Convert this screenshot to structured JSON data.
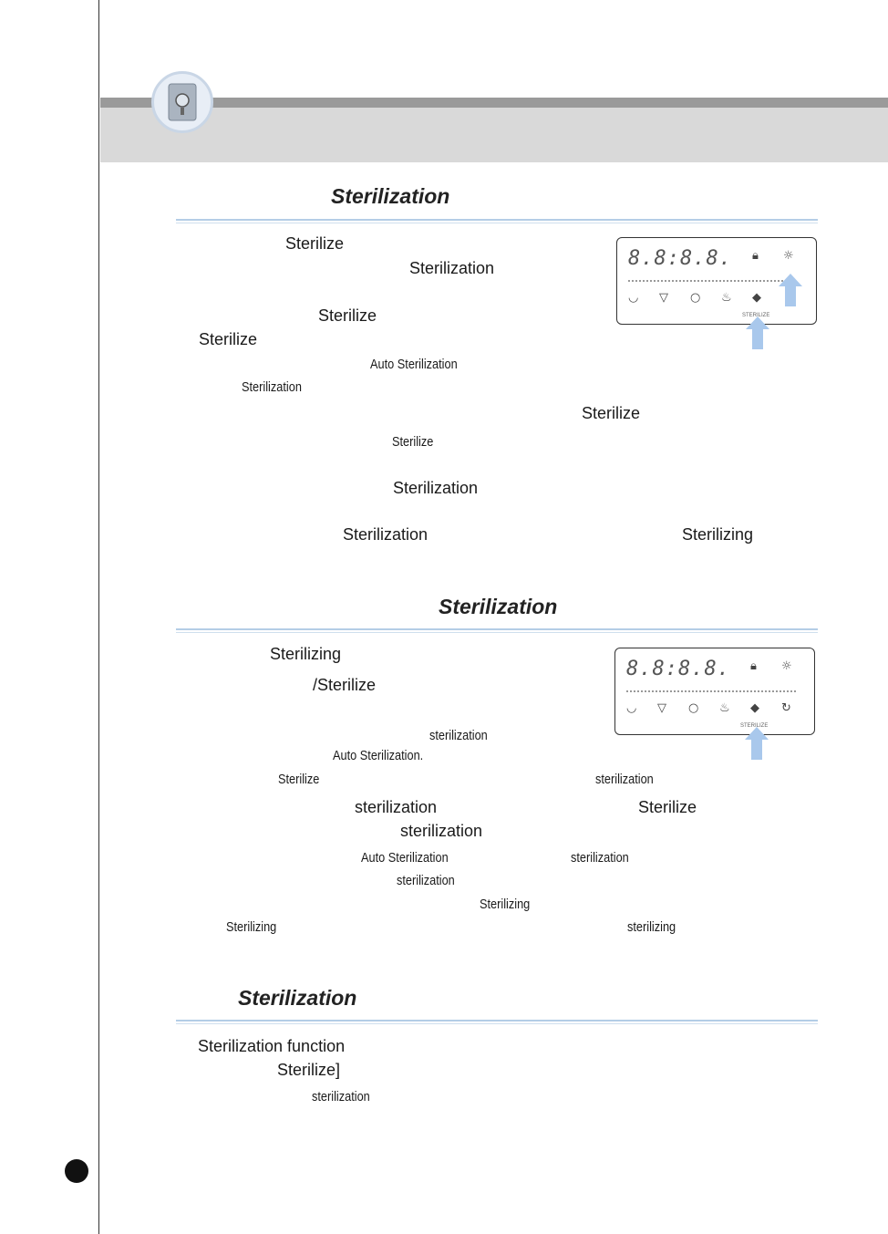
{
  "section1": {
    "heading": "Sterilization",
    "lines": [
      "Sterilize",
      "Sterilization",
      "Sterilize",
      "Sterilize",
      "Auto Sterilization",
      "Sterilization",
      "Sterilize",
      "Sterilize",
      "Sterilization",
      "Sterilization",
      "Sterilizing"
    ]
  },
  "section2": {
    "heading": "Sterilization",
    "lines": [
      "Sterilizing",
      "/Sterilize",
      "sterilization",
      "Auto Sterilization.",
      "Sterilize",
      "sterilization",
      "sterilization",
      "Sterilize",
      "sterilization",
      "Auto Sterilization",
      "sterilization",
      "sterilization",
      "Sterilizing",
      "Sterilizing",
      "sterilizing"
    ]
  },
  "section3": {
    "heading": "Sterilization",
    "lines": [
      "Sterilization function",
      "Sterilize]",
      "sterilization"
    ]
  },
  "panel": {
    "display": "8.8:8.8.",
    "label": "STERILIZE",
    "icons": [
      "lock-icon",
      "light-icon",
      "cup-icon",
      "cup-icon",
      "cup-icon",
      "hot-water-icon",
      "sterilize-drop-icon",
      "refresh-icon"
    ]
  },
  "colors": {
    "accent_rule": "#b4cde6",
    "arrow": "#a9c8ec",
    "header_band": "#d9d9d9"
  }
}
